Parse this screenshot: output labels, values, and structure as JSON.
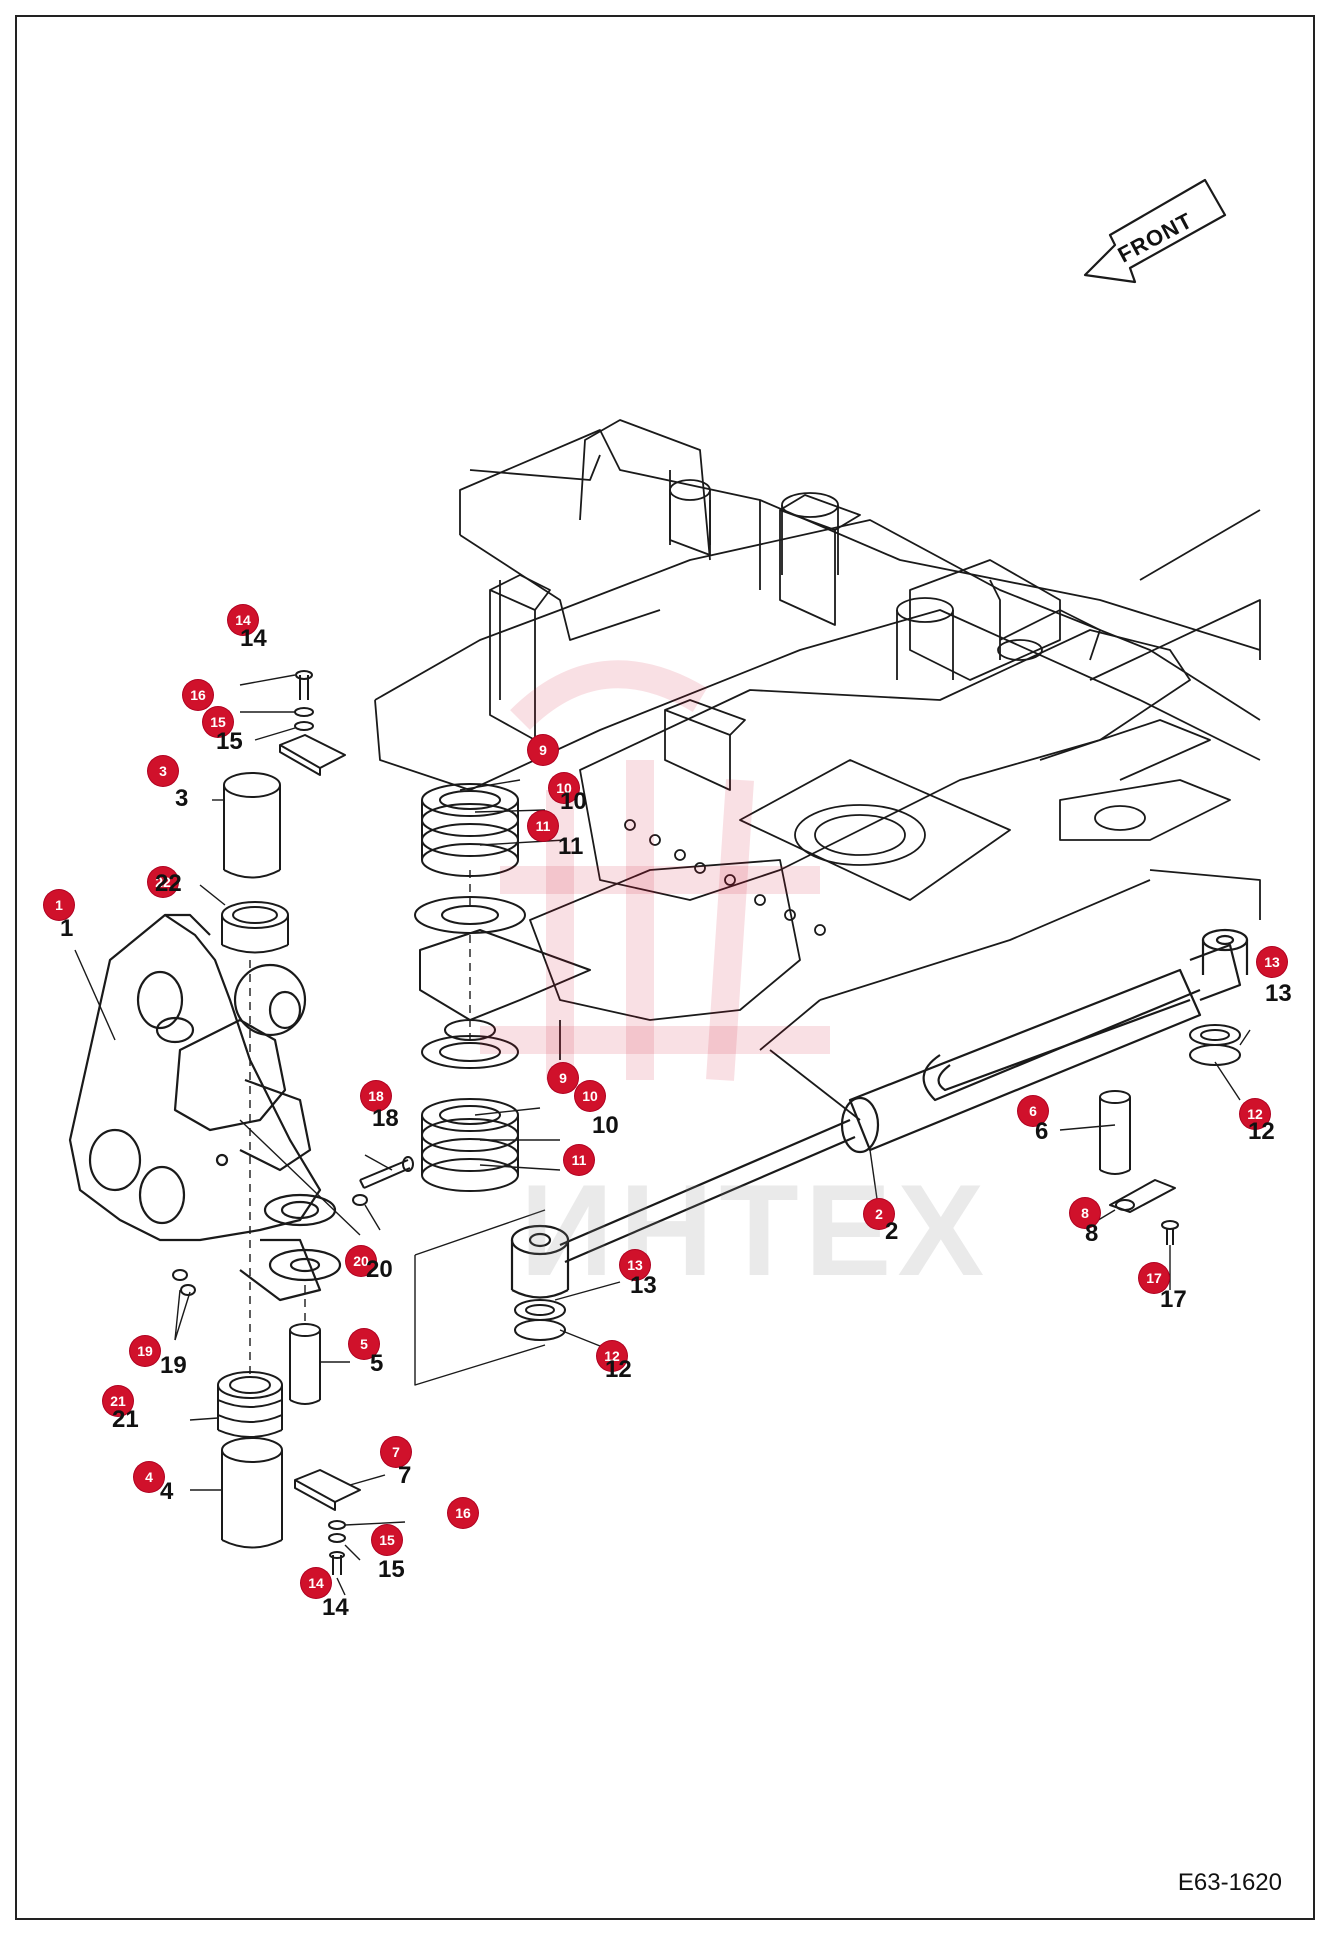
{
  "diagram": {
    "drawing_code": "E63-1620",
    "front_label": "FRONT",
    "watermark_text": "ИНТЕХ"
  },
  "callouts": [
    {
      "id": "c1",
      "text": "1"
    },
    {
      "id": "c2",
      "text": "2"
    },
    {
      "id": "c3",
      "text": "3"
    },
    {
      "id": "c4",
      "text": "4"
    },
    {
      "id": "c5",
      "text": "5"
    },
    {
      "id": "c6",
      "text": "6"
    },
    {
      "id": "c7",
      "text": "7"
    },
    {
      "id": "c8",
      "text": "8"
    },
    {
      "id": "c9a",
      "text": "9"
    },
    {
      "id": "c9b",
      "text": "9"
    },
    {
      "id": "c10a",
      "text": "10"
    },
    {
      "id": "c10b",
      "text": "10"
    },
    {
      "id": "c11a",
      "text": "11"
    },
    {
      "id": "c11b",
      "text": "11"
    },
    {
      "id": "c12a",
      "text": "12"
    },
    {
      "id": "c12b",
      "text": "12"
    },
    {
      "id": "c13a",
      "text": "13"
    },
    {
      "id": "c13b",
      "text": "13"
    },
    {
      "id": "c14a",
      "text": "14"
    },
    {
      "id": "c14b",
      "text": "14"
    },
    {
      "id": "c15a",
      "text": "15"
    },
    {
      "id": "c15b",
      "text": "15"
    },
    {
      "id": "c16a",
      "text": "16"
    },
    {
      "id": "c16b",
      "text": "16"
    },
    {
      "id": "c17",
      "text": "17"
    },
    {
      "id": "c18",
      "text": "18"
    },
    {
      "id": "c19",
      "text": "19"
    },
    {
      "id": "c20",
      "text": "20"
    },
    {
      "id": "c21",
      "text": "21"
    },
    {
      "id": "c22",
      "text": "22"
    }
  ],
  "labels": [
    {
      "id": "l1",
      "text": "1"
    },
    {
      "id": "l2",
      "text": "2"
    },
    {
      "id": "l3",
      "text": "3"
    },
    {
      "id": "l4",
      "text": "4"
    },
    {
      "id": "l5",
      "text": "5"
    },
    {
      "id": "l6",
      "text": "6"
    },
    {
      "id": "l7",
      "text": "7"
    },
    {
      "id": "l8",
      "text": "8"
    },
    {
      "id": "l10a",
      "text": "10"
    },
    {
      "id": "l10b",
      "text": "10"
    },
    {
      "id": "l11a",
      "text": "11"
    },
    {
      "id": "l12a",
      "text": "12"
    },
    {
      "id": "l12b",
      "text": "12"
    },
    {
      "id": "l13a",
      "text": "13"
    },
    {
      "id": "l13b",
      "text": "13"
    },
    {
      "id": "l14a",
      "text": "14"
    },
    {
      "id": "l14b",
      "text": "14"
    },
    {
      "id": "l15a",
      "text": "15"
    },
    {
      "id": "l15b",
      "text": "15"
    },
    {
      "id": "l17",
      "text": "17"
    },
    {
      "id": "l18",
      "text": "18"
    },
    {
      "id": "l19",
      "text": "19"
    },
    {
      "id": "l20",
      "text": "20"
    },
    {
      "id": "l21",
      "text": "21"
    },
    {
      "id": "l22",
      "text": "22"
    }
  ]
}
